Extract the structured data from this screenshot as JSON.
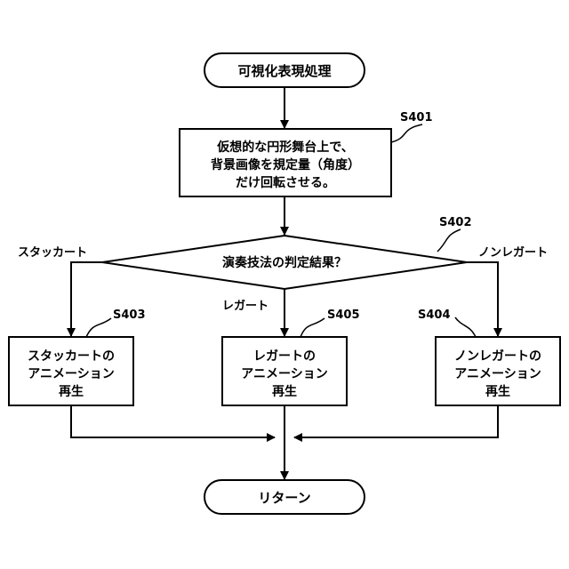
{
  "flowchart": {
    "start": "可視化表現処理",
    "s401": {
      "id": "S401",
      "line1": "仮想的な円形舞台上で、",
      "line2": "背景画像を規定量（角度）",
      "line3": "だけ回転させる。"
    },
    "s402": {
      "id": "S402",
      "question": "演奏技法の判定結果？",
      "branch_left": "スタッカート",
      "branch_center": "レガート",
      "branch_right": "ノンレガート"
    },
    "s403": {
      "id": "S403",
      "line1": "スタッカートの",
      "line2": "アニメーション",
      "line3": "再生"
    },
    "s405": {
      "id": "S405",
      "line1": "レガートの",
      "line2": "アニメーション",
      "line3": "再生"
    },
    "s404": {
      "id": "S404",
      "line1": "ノンレガートの",
      "line2": "アニメーション",
      "line3": "再生"
    },
    "end": "リターン"
  }
}
